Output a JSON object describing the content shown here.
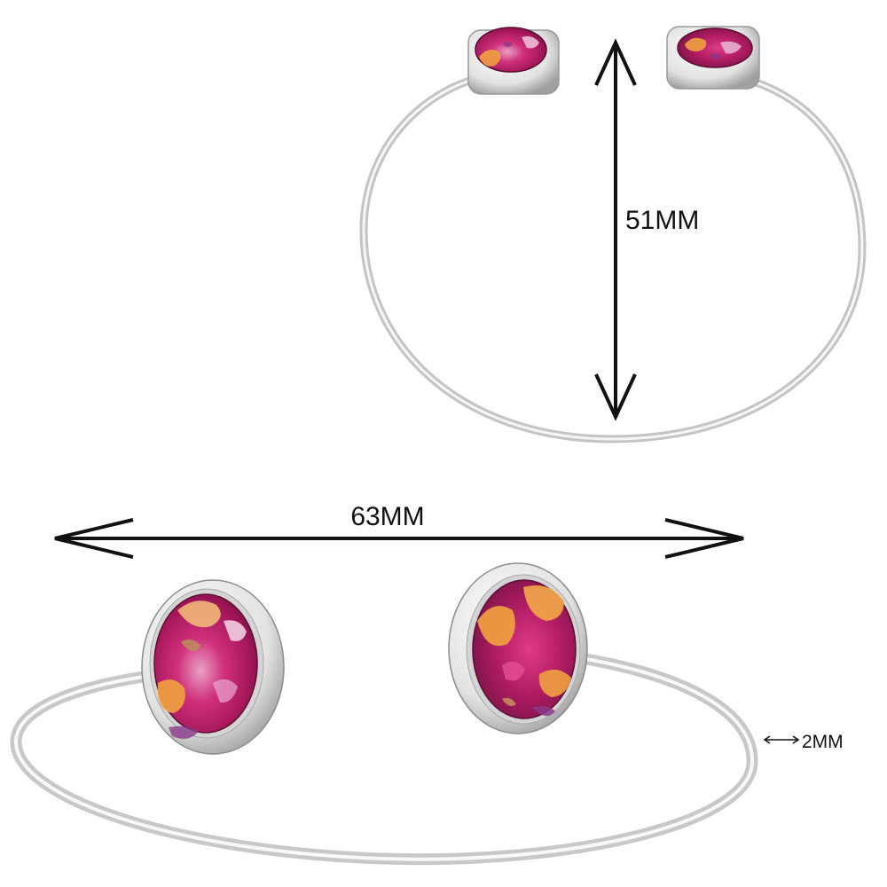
{
  "dimensions": {
    "height_label": "51MM",
    "width_label": "63MM",
    "band_thickness_label": "2MM"
  },
  "colors": {
    "background": "#ffffff",
    "silver_light": "#f4f4f4",
    "silver_mid": "#d6d6d6",
    "silver_dark": "#9e9e9e",
    "stone_pink": "#d0307a",
    "stone_magenta": "#a4165a",
    "stone_orange": "#f0a040",
    "stone_purple": "#8a3a8a",
    "arrow": "#111111"
  }
}
